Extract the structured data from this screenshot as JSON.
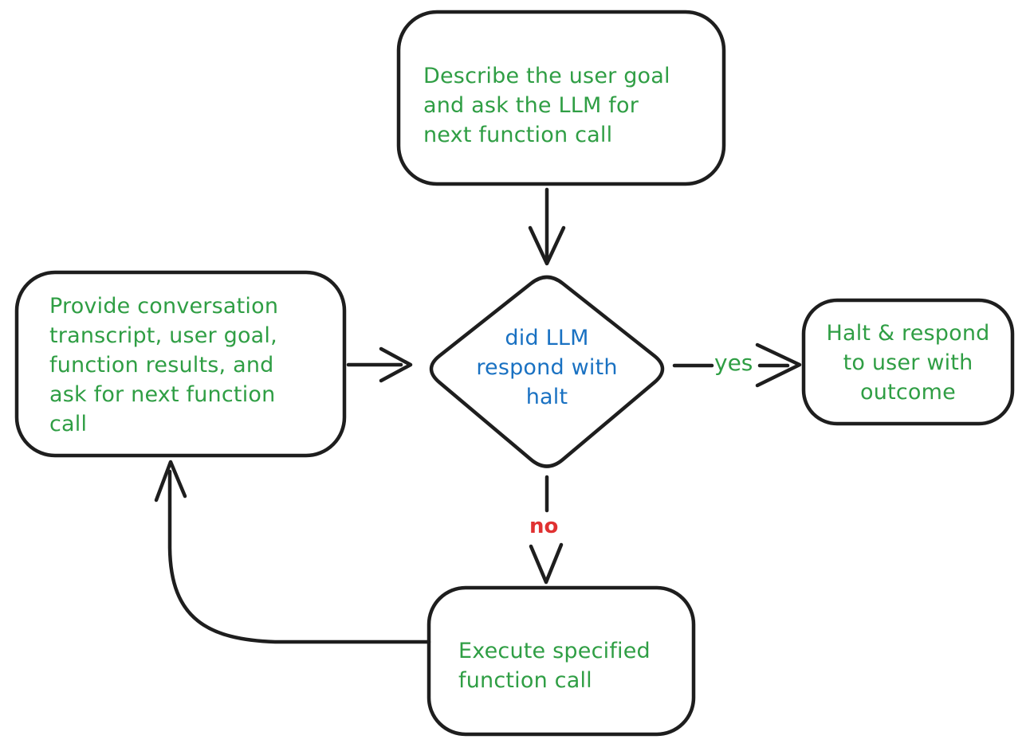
{
  "diagram": {
    "background_color": "#ffffff",
    "stroke_color": "#1e1e1e",
    "palette": {
      "green": "#2f9e44",
      "blue": "#1971c2",
      "red": "#e03131"
    },
    "nodes": [
      {
        "id": "describe-goal",
        "shape": "rounded-rectangle",
        "text": "Describe the user goal\nand ask the LLM for\nnext function call",
        "text_color": "#2f9e44"
      },
      {
        "id": "provide-context",
        "shape": "rounded-rectangle",
        "text": "Provide conversation\ntranscript, user goal,\nfunction results, and\nask for next function\ncall",
        "text_color": "#2f9e44"
      },
      {
        "id": "halt-decision",
        "shape": "diamond",
        "text": "did LLM\nrespond with\nhalt",
        "text_color": "#1971c2"
      },
      {
        "id": "halt-respond",
        "shape": "rounded-rectangle",
        "text": "Halt & respond\nto user with\noutcome",
        "text_color": "#2f9e44"
      },
      {
        "id": "execute-call",
        "shape": "rounded-rectangle",
        "text": "Execute specified\nfunction call",
        "text_color": "#2f9e44"
      }
    ],
    "edges": [
      {
        "id": "describe-to-decision",
        "from": "describe-goal",
        "to": "halt-decision"
      },
      {
        "id": "provide-to-decision",
        "from": "provide-context",
        "to": "halt-decision"
      },
      {
        "id": "decision-to-halt",
        "from": "halt-decision",
        "to": "halt-respond",
        "label": "yes",
        "label_color": "#2f9e44"
      },
      {
        "id": "decision-to-execute",
        "from": "halt-decision",
        "to": "execute-call",
        "label": "no",
        "label_color": "#e03131"
      },
      {
        "id": "execute-to-provide",
        "from": "execute-call",
        "to": "provide-context"
      }
    ]
  }
}
